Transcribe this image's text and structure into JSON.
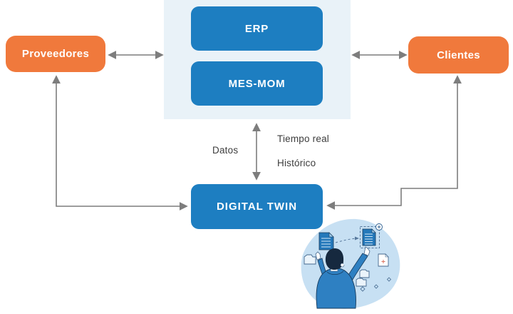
{
  "nodes": {
    "proveedores": {
      "label": "Proveedores",
      "color": "#F0793C"
    },
    "clientes": {
      "label": "Clientes",
      "color": "#F0793C"
    },
    "erp": {
      "label": "ERP",
      "color": "#1D7EC1"
    },
    "mes_mom": {
      "label": "MES-MOM",
      "color": "#1D7EC1"
    },
    "digital_twin": {
      "label": "DIGITAL TWIN",
      "color": "#1D7EC1"
    }
  },
  "labels": {
    "datos": "Datos",
    "tiempo_real": "Tiempo real",
    "historico": "Histórico"
  },
  "icons": {
    "illustration": "person-organizing-documents-illustration"
  },
  "colors": {
    "orange": "#F0793C",
    "blue": "#1D7EC1",
    "panel_light_blue": "#E9F2F8",
    "arrow_gray": "#7D7D7D",
    "label_text": "#3D3D3D",
    "blob_light_blue": "#C7E0F3",
    "white": "#FFFFFF"
  }
}
